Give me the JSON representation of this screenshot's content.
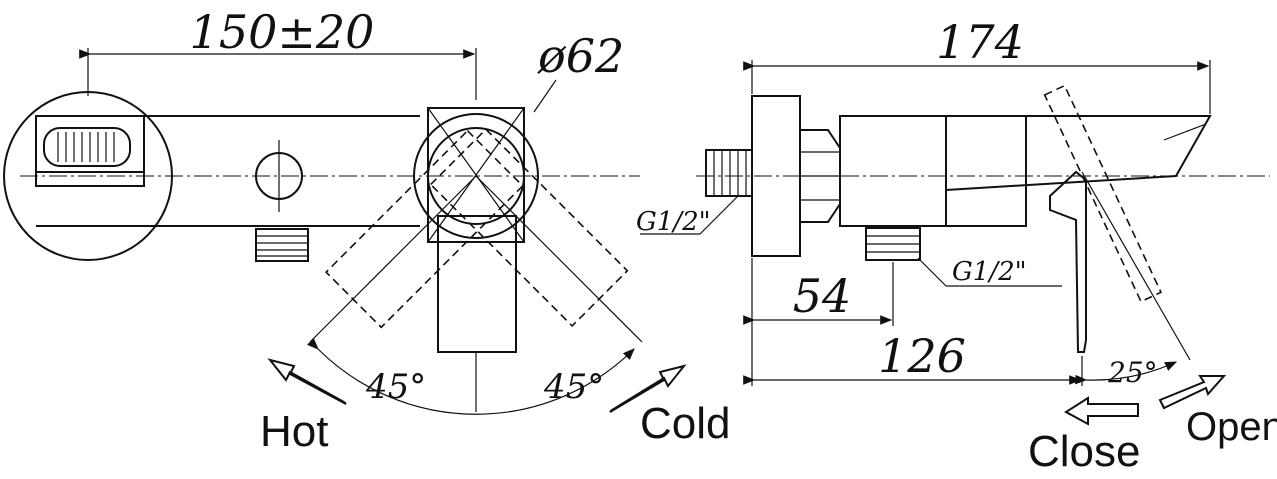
{
  "left_view": {
    "width_dim": "150±20",
    "diameter_dim": "ø62",
    "angle_hot": "45°",
    "angle_cold": "45°",
    "hot_label": "Hot",
    "cold_label": "Cold"
  },
  "right_view": {
    "length_dim": "174",
    "dim_54": "54",
    "dim_126": "126",
    "angle": "25°",
    "thread_inlet": "G1/2\"",
    "thread_outlet": "G1/2\"",
    "close_label": "Close",
    "open_label": "Open"
  }
}
